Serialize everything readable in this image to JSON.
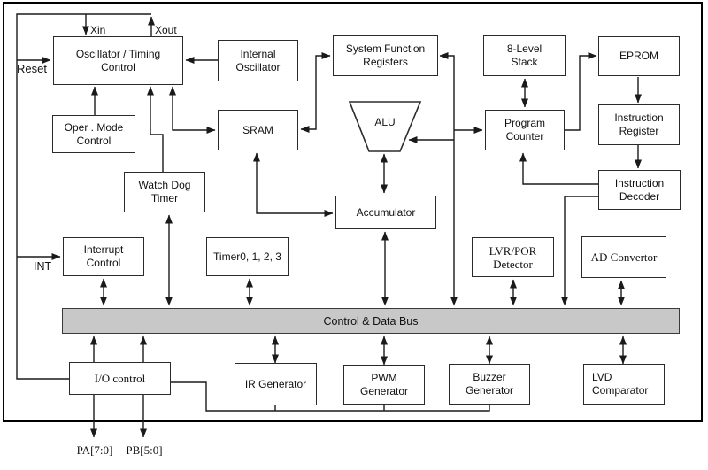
{
  "diagram_type": "microcontroller block diagram",
  "blocks": {
    "oscillator": {
      "label": "Oscillator / Timing\nControl"
    },
    "internal_oscillator": {
      "label": "Internal\nOscillator"
    },
    "system_function_registers": {
      "label": "System Function\nRegisters"
    },
    "stack": {
      "label": "8-Level\nStack"
    },
    "eprom": {
      "label": "EPROM"
    },
    "oper_mode_control": {
      "label": "Oper . Mode\nControl"
    },
    "sram": {
      "label": "SRAM"
    },
    "alu": {
      "label": "ALU"
    },
    "program_counter": {
      "label": "Program\nCounter"
    },
    "instruction_register": {
      "label": "Instruction\nRegister"
    },
    "watch_dog_timer": {
      "label": "Watch Dog\nTimer"
    },
    "accumulator": {
      "label": "Accumulator"
    },
    "instruction_decoder": {
      "label": "Instruction\nDecoder"
    },
    "interrupt_control": {
      "label": "Interrupt\nControl"
    },
    "timers": {
      "label": "Timer0, 1, 2, 3"
    },
    "lvr_por_detector": {
      "label": "LVR/POR\nDetector"
    },
    "ad_convertor": {
      "label": "AD Convertor"
    },
    "io_control": {
      "label": "I/O control"
    },
    "ir_generator": {
      "label": "IR Generator"
    },
    "pwm_generator": {
      "label": "PWM\nGenerator"
    },
    "buzzer_generator": {
      "label": "Buzzer\nGenerator"
    },
    "lvd_comparator": {
      "label": "LVD\nComparator"
    }
  },
  "bus": {
    "label": "Control & Data Bus"
  },
  "pins": {
    "xin": "Xin",
    "xout": "Xout",
    "reset": "Reset",
    "int": "INT",
    "port_a": "PA[7:0]",
    "port_b": "PB[5:0]"
  },
  "colors": {
    "bus_fill": "#c8c8c8",
    "line_color": "#1a1a1a",
    "box_border": "#2b2b2b",
    "background": "#ffffff"
  }
}
